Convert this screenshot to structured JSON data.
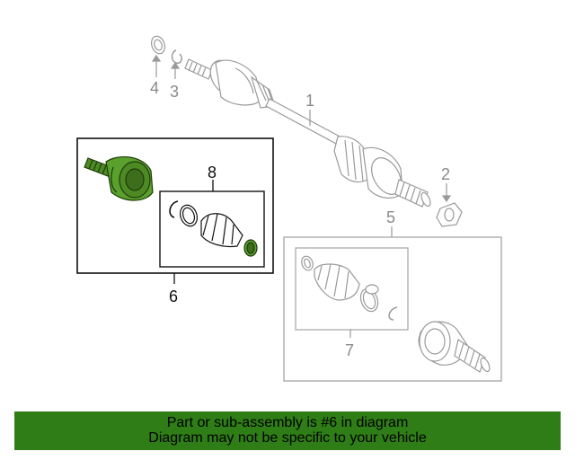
{
  "callouts": {
    "c1": "1",
    "c2": "2",
    "c3": "3",
    "c4": "4",
    "c5": "5",
    "c6": "6",
    "c7": "7",
    "c8": "8"
  },
  "banner": {
    "line1": "Part or sub-assembly is #6 in diagram",
    "line2": "Diagram may not be specific to your vehicle"
  },
  "colors": {
    "highlight": "#5aa02c",
    "banner": "#2f7d16",
    "outline_dark": "#111111",
    "outline_grey": "#9a9a9a"
  }
}
